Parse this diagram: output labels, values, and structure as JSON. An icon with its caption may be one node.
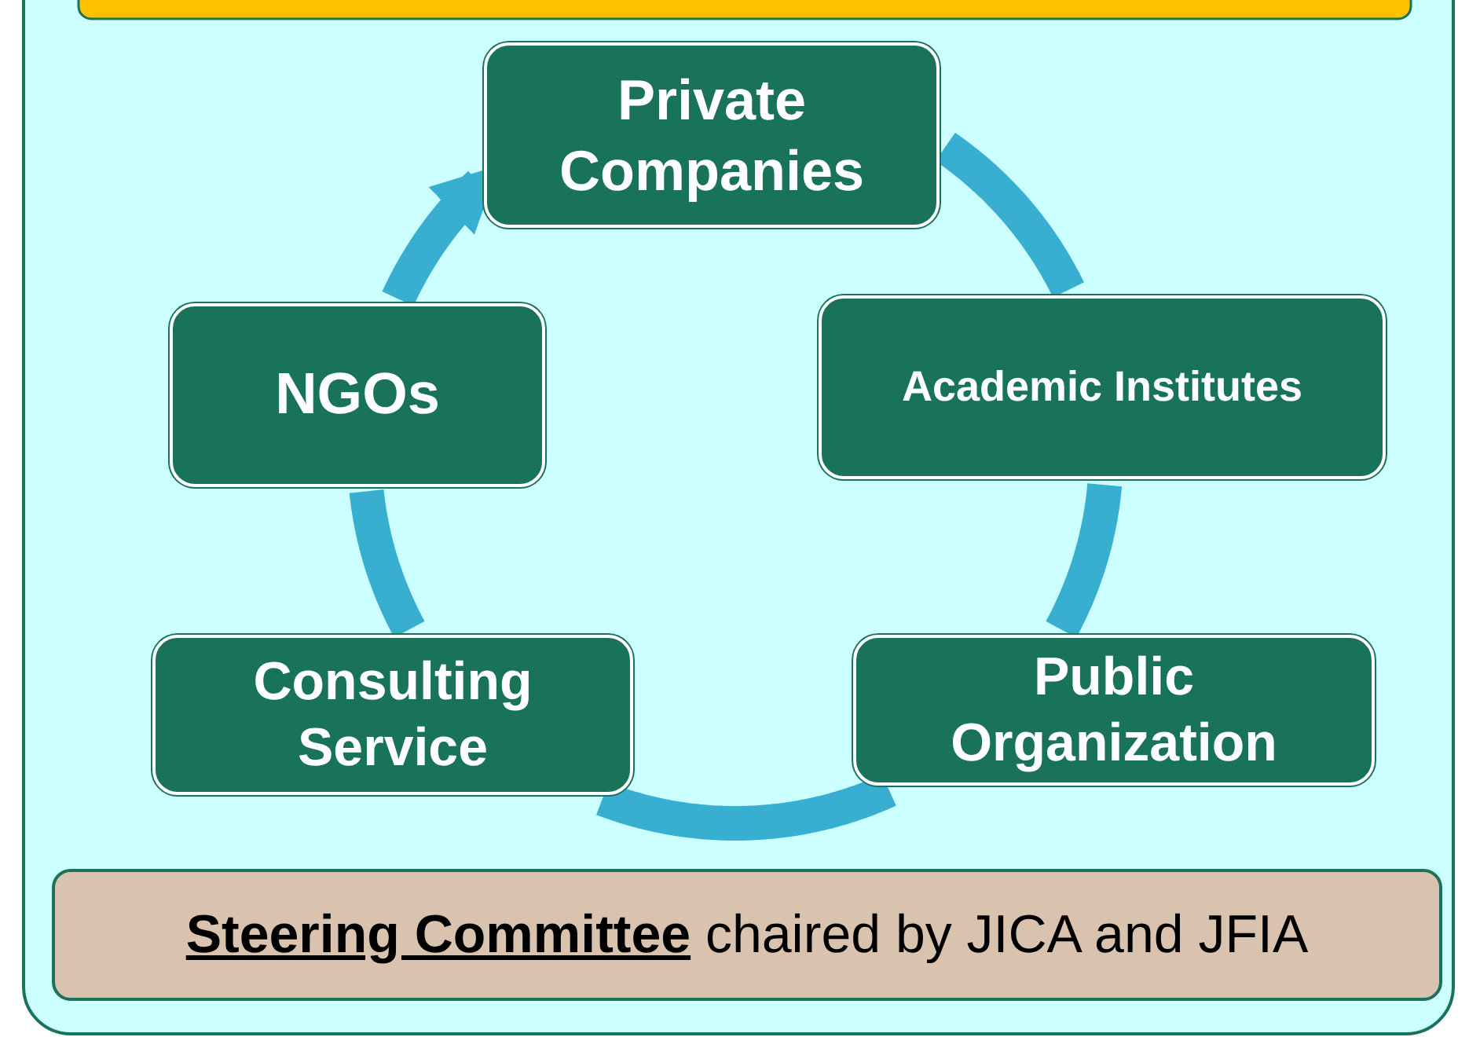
{
  "diagram": {
    "nodes": [
      {
        "text": [
          "Private Companies"
        ]
      },
      {
        "text": [
          "Academic Institutes"
        ]
      },
      {
        "text": [
          "Public Organization"
        ]
      },
      {
        "text": [
          "Consulting Service"
        ]
      },
      {
        "text": [
          "NGOs"
        ]
      },
      {
        "text": [
          "**Steering Committee** chaired by JICA and JFIA"
        ]
      }
    ],
    "edges": [
      {
        "from": 0,
        "to": 1,
        "arrow": "none"
      },
      {
        "from": 1,
        "to": 2,
        "arrow": "none"
      },
      {
        "from": 2,
        "to": 3,
        "arrow": "none"
      },
      {
        "from": 3,
        "to": 4,
        "arrow": "none"
      },
      {
        "from": 4,
        "to": 0,
        "arrow": "to"
      }
    ]
  }
}
